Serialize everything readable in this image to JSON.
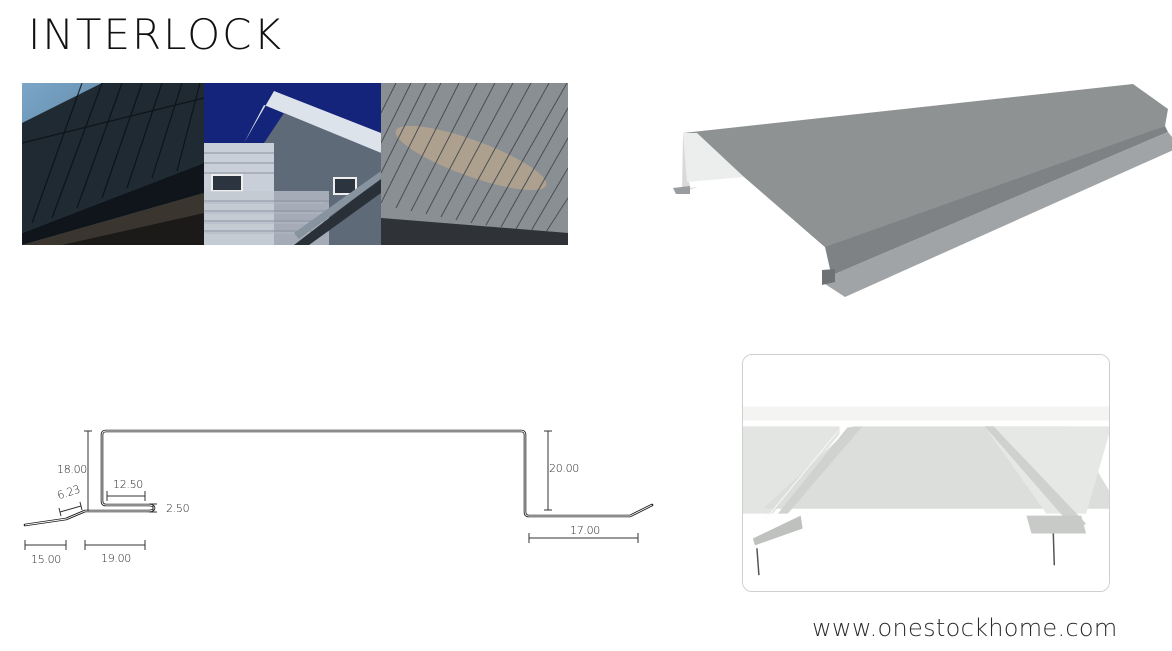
{
  "header": {
    "title": "INTERLOCK"
  },
  "photos": [
    {
      "name": "dark-facade-photo",
      "description": "dark vertical interlock panel facade"
    },
    {
      "name": "house-exterior-photo",
      "description": "house exterior with horizontal siding under blue sky"
    },
    {
      "name": "roof-panel-photo",
      "description": "silver roof panels with reflected light"
    }
  ],
  "product_render": {
    "description": "grey interlock panel 3D render",
    "color": "#8f9293"
  },
  "profile_drawing": {
    "dimensions": {
      "height_left": "18.00",
      "height_right": "20.00",
      "angle_lip": "6.23",
      "hook_width": "12.50",
      "hook_gap": "2.50",
      "left_flange": "15.00",
      "base_width": "19.00",
      "right_flange": "17.00"
    }
  },
  "installation_image": {
    "description": "installed white interlock panels on rails"
  },
  "footer": {
    "website": "www.onestockhome.com"
  }
}
